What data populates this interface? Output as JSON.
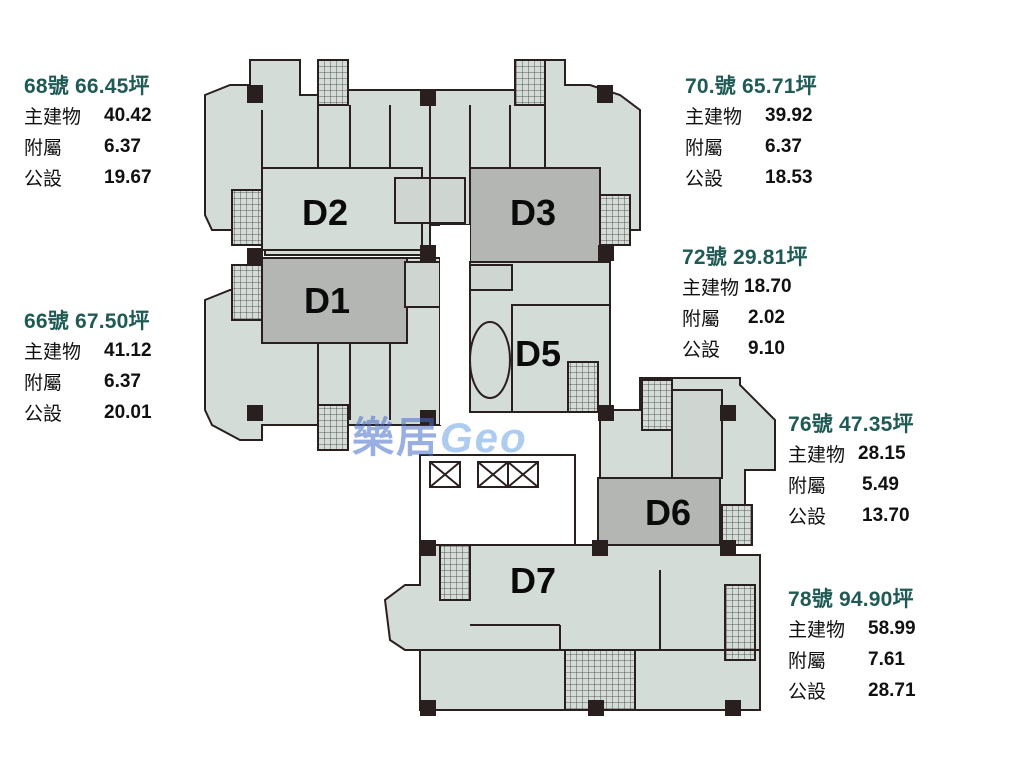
{
  "units": [
    {
      "id": "D1",
      "label": "D1"
    },
    {
      "id": "D2",
      "label": "D2"
    },
    {
      "id": "D3",
      "label": "D3"
    },
    {
      "id": "D5",
      "label": "D5"
    },
    {
      "id": "D6",
      "label": "D6"
    },
    {
      "id": "D7",
      "label": "D7"
    }
  ],
  "labels": {
    "main": "主建物",
    "annex": "附屬",
    "common": "公設"
  },
  "info_blocks": [
    {
      "title": "68號 66.45坪",
      "main": "40.42",
      "annex": "6.37",
      "common": "19.67"
    },
    {
      "title": "70.號 65.71坪",
      "main": "39.92",
      "annex": "6.37",
      "common": "18.53"
    },
    {
      "title": "72號 29.81坪",
      "main": "18.70",
      "annex": "2.02",
      "common": "9.10"
    },
    {
      "title": "66號 67.50坪",
      "main": "41.12",
      "annex": "6.37",
      "common": "20.01"
    },
    {
      "title": "76號 47.35坪",
      "main": "28.15",
      "annex": "5.49",
      "common": "13.70"
    },
    {
      "title": "78號 94.90坪",
      "main": "58.99",
      "annex": "7.61",
      "common": "28.71"
    }
  ],
  "watermark": {
    "cn": "樂居",
    "latin": "Geo"
  },
  "colors": {
    "light_unit": "#d4dcd8",
    "dark_unit": "#b3b6b3",
    "wall": "#2a1f1f",
    "title_green": "#1f5a55"
  }
}
